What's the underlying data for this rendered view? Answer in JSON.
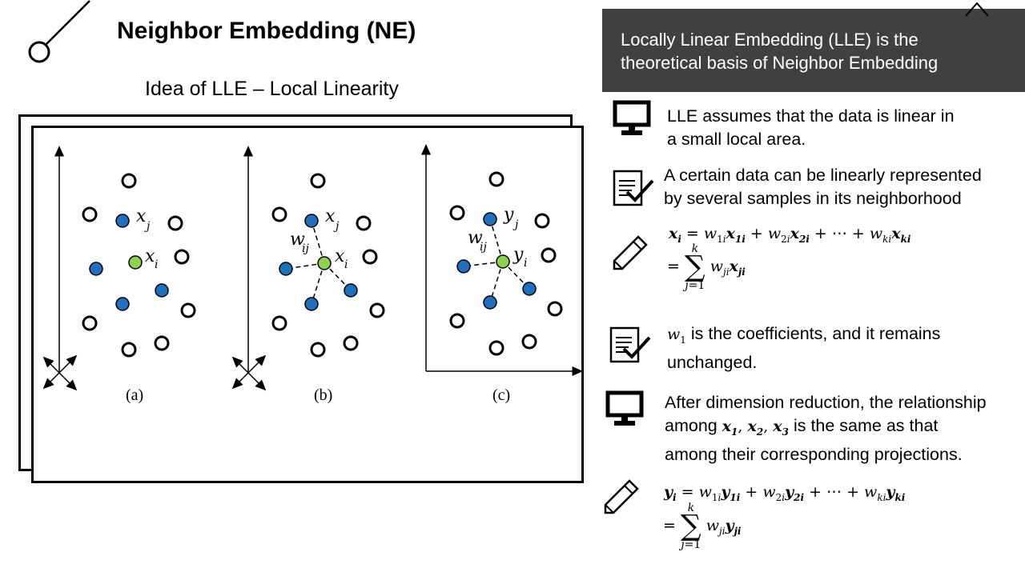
{
  "slide": {
    "title": "Neighbor Embedding (NE)",
    "subtitle": "Idea of LLE – Local Linearity"
  },
  "banner": {
    "line1": "Locally Linear Embedding (LLE) is the",
    "line2": "theoretical basis of Neighbor Embedding"
  },
  "figure": {
    "labels": [
      "(a)",
      "(b)",
      "(c)"
    ],
    "panel_a": {
      "xj": "x",
      "xj_sub": "j",
      "xi": "x",
      "xi_sub": "i"
    },
    "panel_b": {
      "xj": "x",
      "xj_sub": "j",
      "xi": "x",
      "xi_sub": "i",
      "w": "w",
      "w_sub": "ij"
    },
    "panel_c": {
      "yj": "y",
      "yj_sub": "j",
      "yi": "y",
      "yi_sub": "i",
      "w": "w",
      "w_sub": "ij"
    },
    "colors": {
      "neighbor": "#1f6fbf",
      "center": "#8fd14f",
      "outline": "#000000"
    }
  },
  "points": [
    {
      "icon": "monitor-icon",
      "line1": "LLE assumes that the data is linear in",
      "line2": "a small local area."
    },
    {
      "icon": "checklist-icon",
      "line1": "A certain data can be linearly represented",
      "line2": "by several samples in its neighborhood"
    },
    {
      "icon": "pencil-icon",
      "formula": "x_i = w_1i x_1i + w_2i x_2i + ⋯ + w_ki x_ki = ∑_{j=1}^{k} w_ji x_ji"
    },
    {
      "icon": "checklist-icon",
      "line1_suffix": " is the coefficients, and it remains",
      "line2": "unchanged."
    },
    {
      "icon": "monitor-icon",
      "line1": "After dimension reduction, the relationship",
      "line2_prefix": "among ",
      "line2_suffix": " is the same as that",
      "line3": "among their corresponding projections."
    },
    {
      "icon": "pencil-icon",
      "formula": "y_i = w_1i y_1i + w_2i y_2i + ⋯ + w_ki y_ki = ∑_{j=1}^{k} w_ji y_ji"
    }
  ]
}
